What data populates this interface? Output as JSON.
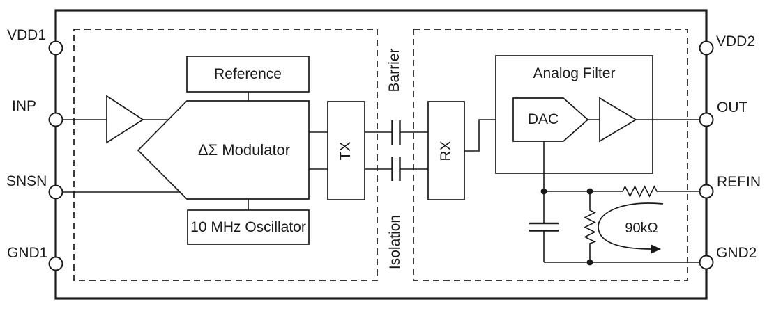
{
  "diagram": {
    "pins_left": [
      {
        "label": "VDD1"
      },
      {
        "label": "INP"
      },
      {
        "label": "SNSN"
      },
      {
        "label": "GND1"
      }
    ],
    "pins_right": [
      {
        "label": "VDD2"
      },
      {
        "label": "OUT"
      },
      {
        "label": "REFIN"
      },
      {
        "label": "GND2"
      }
    ],
    "blocks": {
      "reference": "Reference",
      "modulator": "ΔΣ Modulator",
      "oscillator": "10 MHz Oscillator",
      "tx": "TX",
      "rx": "RX",
      "analog_filter": "Analog Filter",
      "dac": "DAC"
    },
    "labels": {
      "barrier": "Barrier",
      "isolation": "Isolation",
      "feedback_resistance": "90kΩ"
    },
    "colors": {
      "line": "#1a1a1a",
      "background": "#ffffff"
    }
  }
}
